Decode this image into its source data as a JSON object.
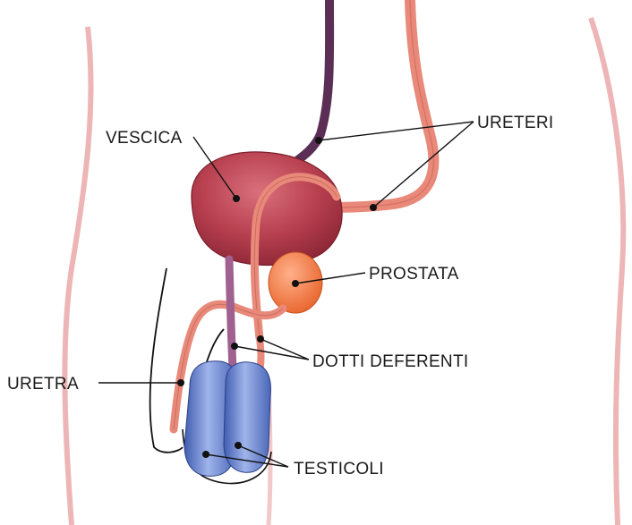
{
  "labels": {
    "bladder": "VESCICA",
    "ureters": "URETERI",
    "prostate": "PROSTATA",
    "vas_deferens": "DOTTI DEFERENTI",
    "urethra": "URETRA",
    "testicles": "TESTICOLI"
  },
  "colors": {
    "bladder": "#b8404f",
    "ureter": "#e8897a",
    "vein": "#5a2e55",
    "prostate": "#f07a45",
    "testicle": "#5a78c8",
    "body_outline": "#e8a0a0"
  }
}
